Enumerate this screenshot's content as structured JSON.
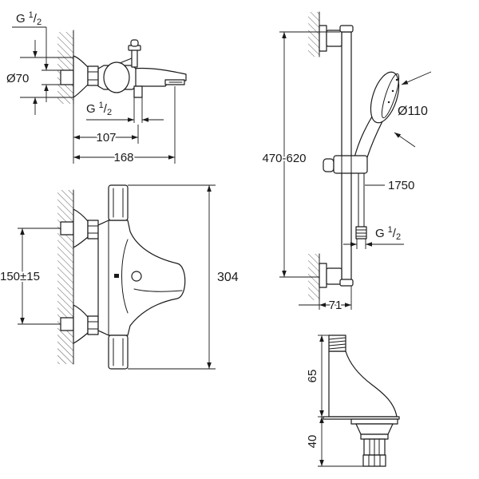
{
  "side_view": {
    "inlet_thread": {
      "prefix": "G",
      "num": "1",
      "sep": "/",
      "den": "2"
    },
    "flange_diameter": "Ø70",
    "outlet_thread": {
      "prefix": "G",
      "num": "1",
      "sep": "/",
      "den": "2"
    },
    "wall_to_outlet": "107",
    "overall_projection": "168"
  },
  "front_view": {
    "inlet_centres": "150±15",
    "overall_height": "304"
  },
  "shower_set": {
    "rail_length": "470-620",
    "head_diameter": "Ø110",
    "hose_length": "1750",
    "hose_thread": {
      "prefix": "G",
      "num": "1",
      "sep": "/",
      "den": "2"
    },
    "wall_projection": "71"
  },
  "connection_elbow": {
    "upper_height": "65",
    "lower_height": "40"
  },
  "colors": {
    "line": "#1a1a1a",
    "background": "#ffffff"
  }
}
